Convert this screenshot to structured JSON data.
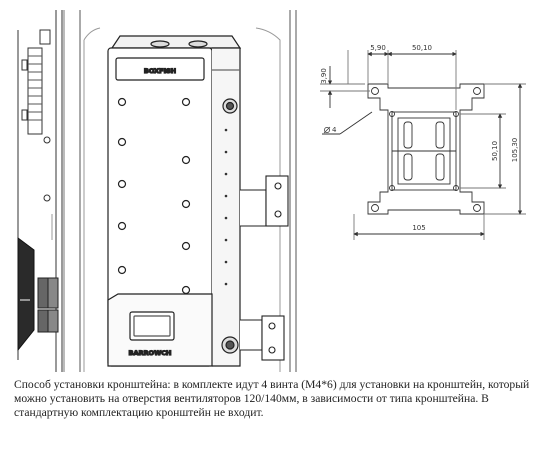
{
  "product": {
    "brand_top": "BOXFISH",
    "brand_bottom": "BARROWCH"
  },
  "drawing": {
    "dim_top_left": "5,90",
    "dim_top_right": "50,10",
    "dim_left_small": "3,90",
    "dim_right_inner": "50,10",
    "dim_right_outer": "105,30",
    "dim_bottom": "105",
    "dim_hole": "4"
  },
  "caption": {
    "text": "Способ установки кронштейна: в комплекте идут 4 винта (M4*6) для установки на кронштейн, который можно установить на отверстия вентиляторов 120/140мм, в зависимости от типа кронштейна. В стандартную комплектацию кронштейн не входит."
  }
}
